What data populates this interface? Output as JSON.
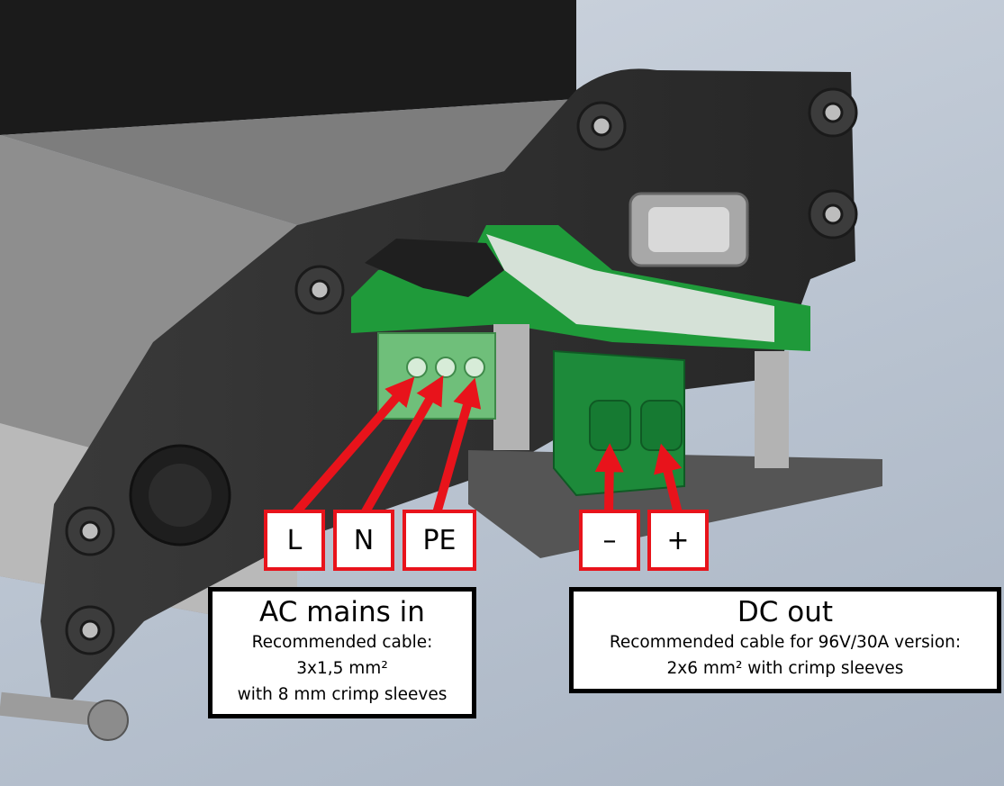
{
  "terminal_labels": {
    "l": "L",
    "n": "N",
    "pe": "PE",
    "minus": "–",
    "plus": "+"
  },
  "ac_box": {
    "title": "AC mains in",
    "line1": "Recommended cable:",
    "line2": "3x1,5 mm²",
    "line3": "with 8 mm crimp sleeves"
  },
  "dc_box": {
    "title": "DC out",
    "line1": "Recommended cable for 96V/30A version:",
    "line2": "2x6 mm²  with crimp sleeves"
  },
  "colors": {
    "arrow": "#e8131b",
    "housing": "#2e2e2e",
    "pcb": "#1f9a3a",
    "terminal_ac": "#6fbf7a",
    "terminal_dc": "#1d8a3a"
  }
}
